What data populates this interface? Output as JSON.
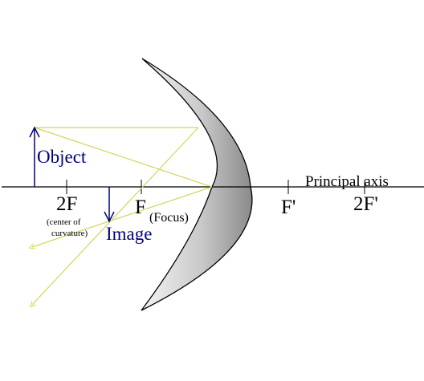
{
  "labels": {
    "object": "Object",
    "image": "Image",
    "two_f": "2F",
    "f": "F",
    "focus": "(Focus)",
    "center_of_curvature_line1": "(center of",
    "center_of_curvature_line2": "curvature)",
    "f_prime": "F'",
    "two_f_prime": "2F'",
    "principal_axis": "Principal axis"
  },
  "colors": {
    "object_arrow": "#000080",
    "image_arrow": "#000080",
    "object_text": "#000080",
    "image_text": "#000080",
    "rays": "#d4d45a",
    "axis": "#000000",
    "mirror_light": "#f2f2f2",
    "mirror_dark": "#8c8c8c"
  }
}
